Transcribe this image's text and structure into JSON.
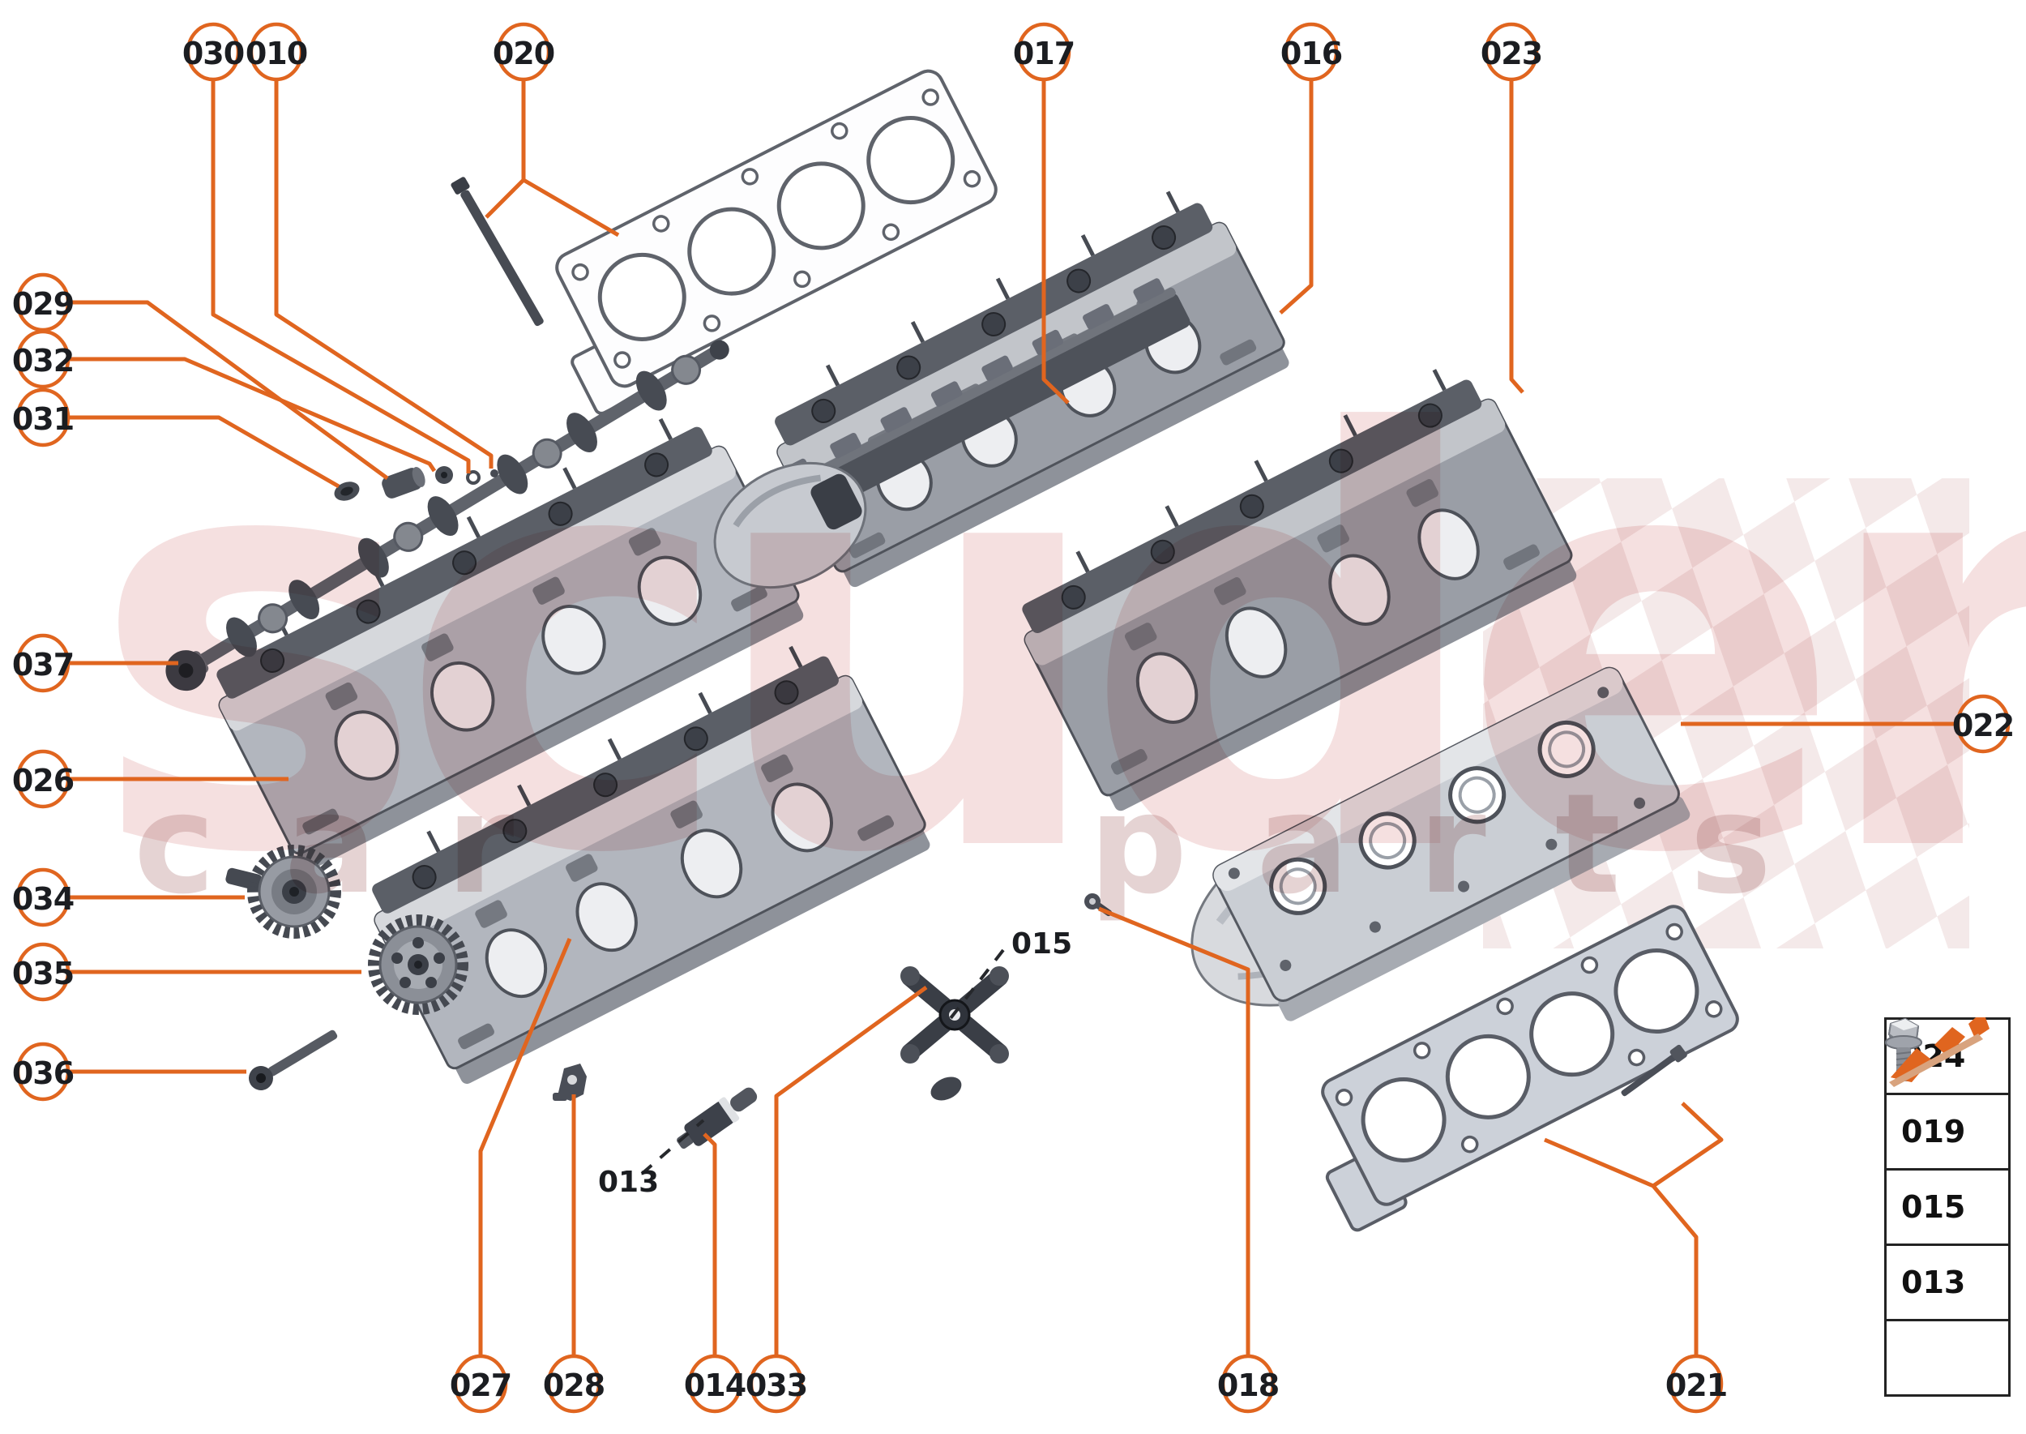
{
  "brand": {
    "watermark_primary": "scuderia",
    "watermark_secondary": "car parts"
  },
  "colors": {
    "accent_orange": "#E0651F",
    "callout_text": "#1b1d21",
    "legend_border": "#232323",
    "watermark_red": "#c33c3c",
    "watermark_pale": "#f3e6e6"
  },
  "diagram": {
    "callouts": [
      {
        "label": "030"
      },
      {
        "label": "010"
      },
      {
        "label": "020"
      },
      {
        "label": "017"
      },
      {
        "label": "016"
      },
      {
        "label": "023"
      },
      {
        "label": "029"
      },
      {
        "label": "032"
      },
      {
        "label": "031"
      },
      {
        "label": "037"
      },
      {
        "label": "026"
      },
      {
        "label": "034"
      },
      {
        "label": "035"
      },
      {
        "label": "036"
      },
      {
        "label": "022"
      },
      {
        "label": "027"
      },
      {
        "label": "028"
      },
      {
        "label": "014"
      },
      {
        "label": "033"
      },
      {
        "label": "018"
      },
      {
        "label": "021"
      }
    ],
    "inline_callouts": [
      {
        "label": "015"
      },
      {
        "label": "013"
      }
    ]
  },
  "legend": {
    "items": [
      {
        "label": "024",
        "icon": "flanged-bolt-icon"
      },
      {
        "label": "019",
        "icon": "long-bolt-icon"
      },
      {
        "label": "015",
        "icon": "flanged-bolt-icon"
      },
      {
        "label": "013",
        "icon": "flanged-bolt-icon"
      }
    ],
    "footer_icon": "exploded-direction-arrow-icon"
  }
}
